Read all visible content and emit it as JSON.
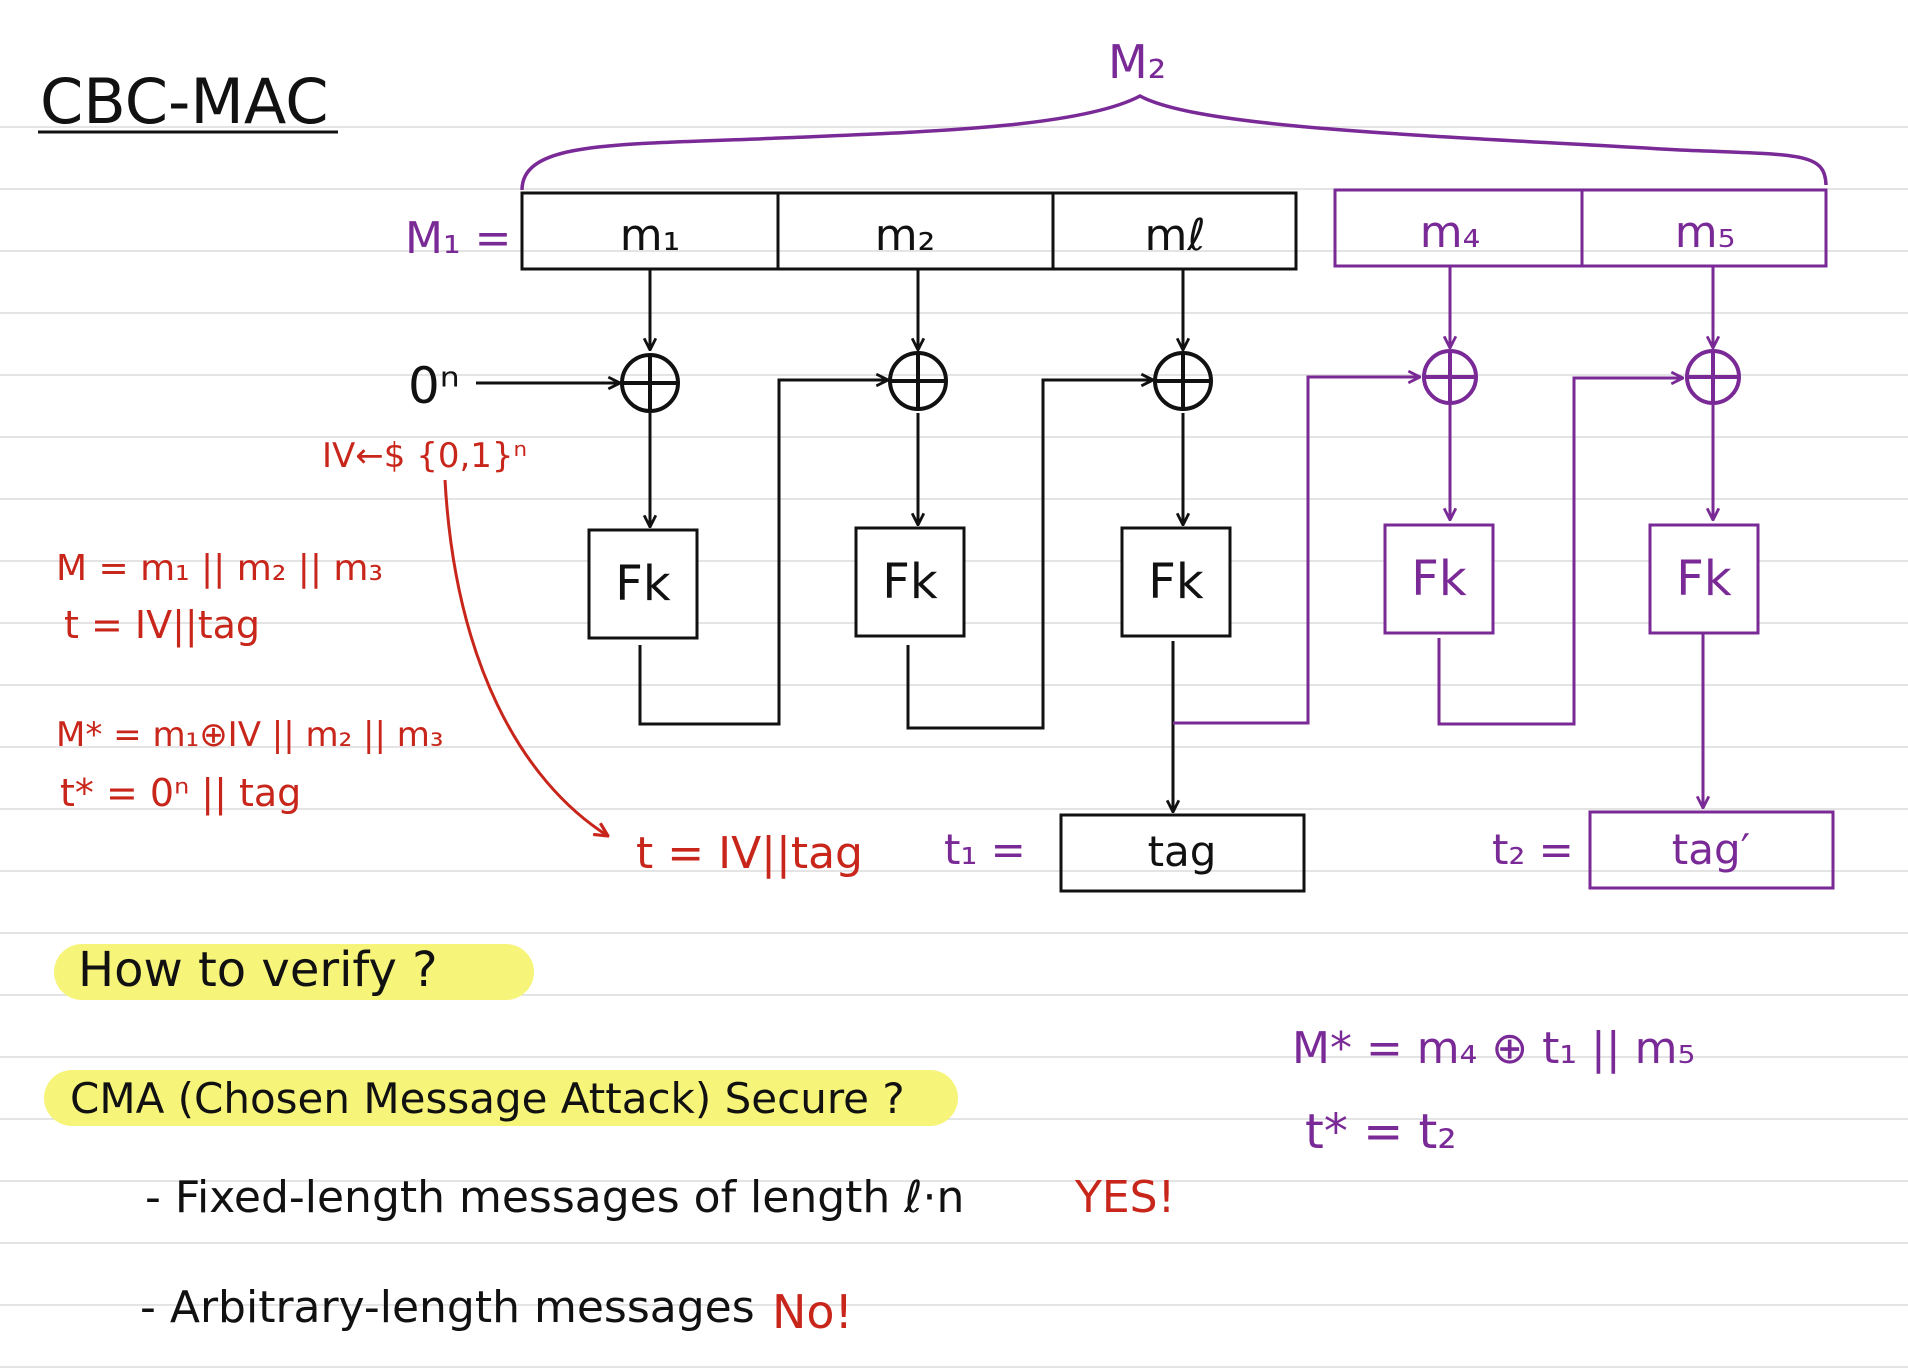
{
  "colors": {
    "ink": "#111111",
    "red": "#c8261b",
    "purple": "#7a2a96",
    "highlight": "#f7f47a",
    "rule_line": "#dcdcdc"
  },
  "title": "CBC-MAC",
  "brace_label": "M₂",
  "m1_label": "M₁ =",
  "blocks": [
    "m₁",
    "m₂",
    "mℓ"
  ],
  "ext_blocks": [
    "m₄",
    "m₅"
  ],
  "zero_iv": "0ⁿ",
  "iv_sample": "IV←$ {0,1}ⁿ",
  "prf": "Fk",
  "t1_label": "t₁ =",
  "t1_value": "tag",
  "t2_label": "t₂ =",
  "t2_value": "tag′",
  "arrow_note": "t = IV||tag",
  "left_notes": {
    "line1": "M = m₁ || m₂ || m₃",
    "line2": "t = IV||tag",
    "line3": "M* = m₁⊕IV || m₂ || m₃",
    "line4": "t* = 0ⁿ || tag"
  },
  "right_notes": {
    "line1": "M* = m₄ ⊕ t₁ || m₅",
    "line2": "t* = t₂"
  },
  "question1": "How to verify ?",
  "question2": "CMA (Chosen Message Attack) Secure ?",
  "bullets": [
    {
      "text": "- Fixed-length messages of length ℓ·n",
      "answer": "YES!"
    },
    {
      "text": "- Arbitrary-length messages",
      "answer": "No!"
    }
  ]
}
